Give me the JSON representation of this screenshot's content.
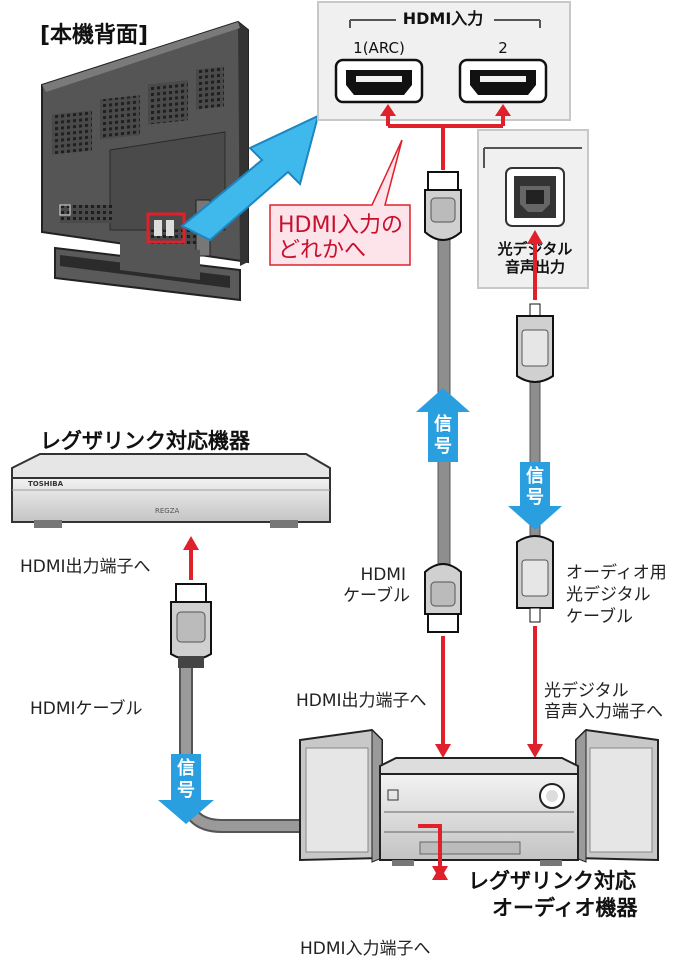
{
  "tv_back_label": "[本機背面]",
  "hdmi_panel": {
    "title": "HDMI入力",
    "port1": "1(ARC)",
    "port2": "2"
  },
  "callout": {
    "line1": "HDMI入力の",
    "line2": "どれかへ"
  },
  "optical_panel": {
    "line1": "光デジタル",
    "line2": "音声出力"
  },
  "signal_label": "信号",
  "player": {
    "title": "レグザリンク対応機器",
    "brand": "TOSHIBA",
    "model": "REGZA"
  },
  "labels": {
    "player_hdmi_out": "HDMI出力端子へ",
    "left_cable": "HDMIケーブル",
    "hdmi_cable_line1": "HDMI",
    "hdmi_cable_line2": "ケーブル",
    "audio_cable_line1": "オーディオ用",
    "audio_cable_line2": "光デジタル",
    "audio_cable_line3": "ケーブル",
    "amp_hdmi_out": "HDMI出力端子へ",
    "amp_optical_in_line1": "光デジタル",
    "amp_optical_in_line2": "音声入力端子へ",
    "amp_hdmi_in": "HDMI入力端子へ"
  },
  "audio_device": {
    "line1": "レグザリンク対応",
    "line2": "オーディオ機器"
  },
  "colors": {
    "arrow_red": "#e0202a",
    "signal_blue": "#2a9fe0",
    "callout_pink": "#fde4ea",
    "cable_gray": "#8e8e8e",
    "device_gray": "#d9d9d9"
  }
}
